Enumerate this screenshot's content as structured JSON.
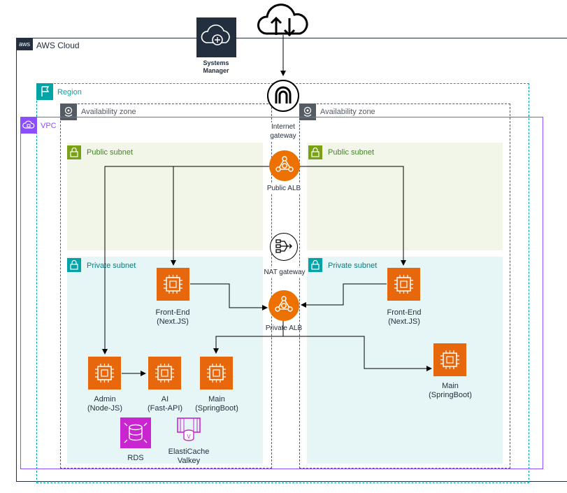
{
  "containers": {
    "aws_cloud": "AWS Cloud",
    "aws_logo": "aws",
    "region": "Region",
    "vpc": "VPC",
    "az_left": "Availability zone",
    "az_right": "Availability zone",
    "public_subnet_left": "Public subnet",
    "public_subnet_right": "Public subnet",
    "private_subnet_left": "Private subnet",
    "private_subnet_right": "Private subnet"
  },
  "services": {
    "systems_manager": "Systems\nManager",
    "internet_gateway": "Internet\ngateway",
    "public_alb": "Public ALB",
    "nat_gateway": "NAT gateway",
    "private_alb": "Private ALB",
    "frontend_left": "Front-End\n(Next.JS)",
    "frontend_right": "Front-End\n(Next.JS)",
    "admin": "Admin\n(Node-JS)",
    "ai": "AI\n(Fast-API)",
    "main_left": "Main\n(SpringBoot)",
    "main_right": "Main\n(SpringBoot)",
    "rds": "RDS",
    "elasticache": "ElastiCache\nValkey"
  },
  "colors": {
    "aws_cloud_border": "#232f3e",
    "region_border": "#00a4a6",
    "vpc_border": "#8c4fff",
    "public_subnet_fill": "#f2f6e8",
    "public_subnet_accent": "#7aa116",
    "private_subnet_fill": "#e6f6f7",
    "private_subnet_accent": "#00a4a6",
    "compute_orange": "#ed7100",
    "alb_orange": "#ed7100",
    "database_purple": "#c925d1",
    "management_dark": "#232f3e"
  },
  "icons": {
    "cloud_upload_download": "cloud-up-down-icon",
    "systems_manager": "systems-manager-icon",
    "internet_gateway": "internet-gateway-icon",
    "alb": "load-balancer-icon",
    "nat_gateway": "nat-gateway-icon",
    "ec2": "ec2-instance-icon",
    "rds": "rds-icon",
    "elasticache": "elasticache-icon",
    "region": "region-flag-icon",
    "az": "location-pin-icon",
    "vpc": "vpc-cloud-icon",
    "subnet": "padlock-icon"
  }
}
